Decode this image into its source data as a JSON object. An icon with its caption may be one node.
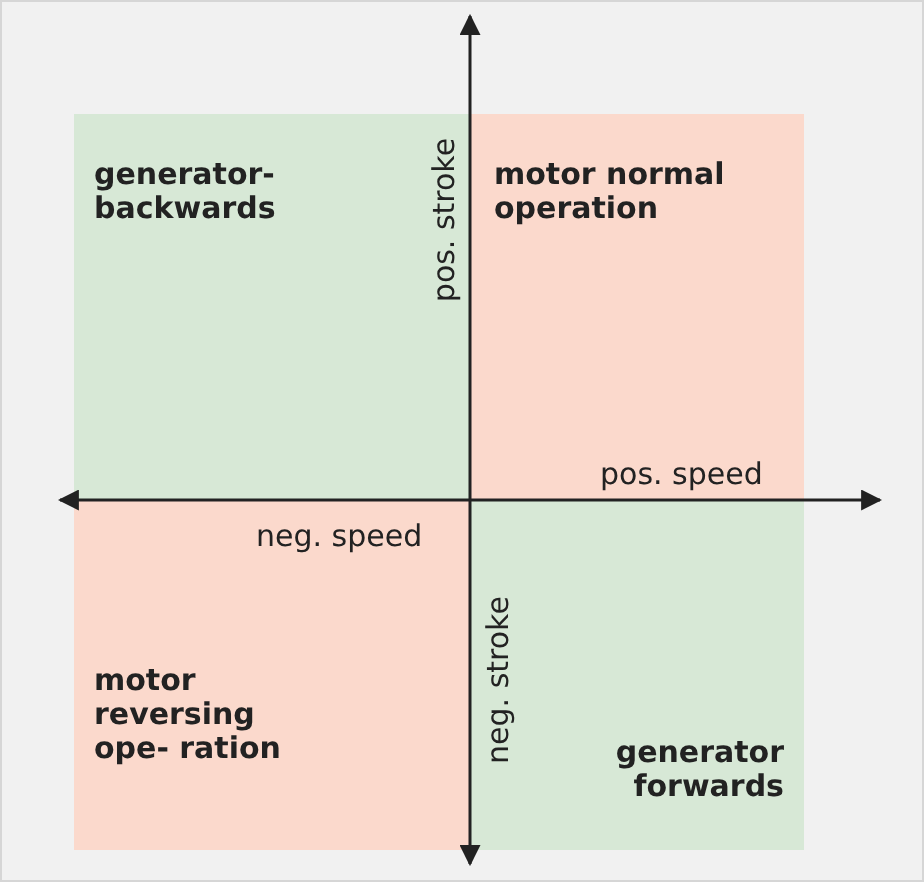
{
  "diagram": {
    "nodes": [
      {
        "text": [
          "generator- backwards"
        ]
      },
      {
        "text": [
          "motor normal operation"
        ]
      },
      {
        "text": [
          "motor reversing ope- ration"
        ]
      },
      {
        "text": [
          "generator forwards"
        ]
      }
    ],
    "labels": [
      "pos. stroke",
      "pos. speed",
      "neg. speed",
      "neg. stroke"
    ]
  }
}
